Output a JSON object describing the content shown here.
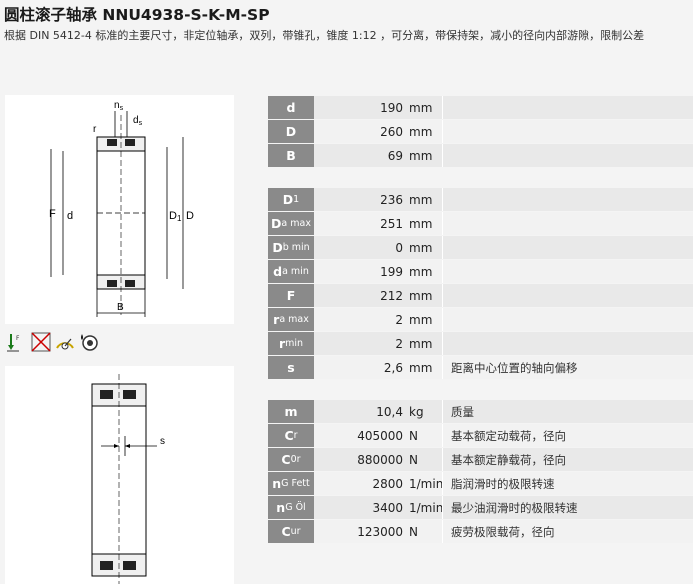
{
  "title": "圆柱滚子轴承 NNU4938-S-K-M-SP",
  "subtitle": "根据 DIN 5412-4 标准的主要尺寸，非定位轴承，双列，带锥孔，锥度 1:12 ，可分离，带保持架，减小的径向内部游隙，限制公差",
  "drawing_labels": {
    "ns": "n",
    "ns_sub": "s",
    "ds": "d",
    "ds_sub": "s",
    "r": "r",
    "F": "F",
    "d": "d",
    "D1": "D",
    "D1_sub": "1",
    "D": "D",
    "B": "B",
    "s": "s"
  },
  "icons": [
    "radial-load-icon",
    "no-axial-load-icon",
    "speed-icon",
    "lubrication-icon"
  ],
  "dimensions": [
    {
      "sym": "d",
      "sub": "",
      "value": "190",
      "unit": "mm",
      "desc": ""
    },
    {
      "sym": "D",
      "sub": "",
      "value": "260",
      "unit": "mm",
      "desc": ""
    },
    {
      "sym": "B",
      "sub": "",
      "value": "69",
      "unit": "mm",
      "desc": ""
    }
  ],
  "mounting": [
    {
      "sym": "D",
      "sub": "1",
      "value": "236",
      "unit": "mm",
      "desc": ""
    },
    {
      "sym": "D",
      "sub": "a max",
      "value": "251",
      "unit": "mm",
      "desc": ""
    },
    {
      "sym": "D",
      "sub": "b min",
      "value": "0",
      "unit": "mm",
      "desc": ""
    },
    {
      "sym": "d",
      "sub": "a min",
      "value": "199",
      "unit": "mm",
      "desc": ""
    },
    {
      "sym": "F",
      "sub": "",
      "value": "212",
      "unit": "mm",
      "desc": ""
    },
    {
      "sym": "r",
      "sub": "a max",
      "value": "2",
      "unit": "mm",
      "desc": ""
    },
    {
      "sym": "r",
      "sub": "min",
      "value": "2",
      "unit": "mm",
      "desc": ""
    },
    {
      "sym": "s",
      "sub": "",
      "value": "2,6",
      "unit": "mm",
      "desc": "距离中心位置的轴向偏移"
    }
  ],
  "performance": [
    {
      "sym": "m",
      "sub": "",
      "value": "10,4",
      "unit": "kg",
      "desc": "质量"
    },
    {
      "sym": "C",
      "sub": "r",
      "value": "405000",
      "unit": "N",
      "desc": "基本额定动载荷，径向"
    },
    {
      "sym": "C",
      "sub": "0r",
      "value": "880000",
      "unit": "N",
      "desc": "基本额定静载荷，径向"
    },
    {
      "sym": "n",
      "sub": "G Fett",
      "value": "2800",
      "unit": "1/min",
      "desc": "脂润滑时的极限转速"
    },
    {
      "sym": "n",
      "sub": "G Öl",
      "value": "3400",
      "unit": "1/min",
      "desc": "最少油润滑时的极限转速"
    },
    {
      "sym": "C",
      "sub": "ur",
      "value": "123000",
      "unit": "N",
      "desc": "疲劳极限载荷，径向"
    }
  ]
}
